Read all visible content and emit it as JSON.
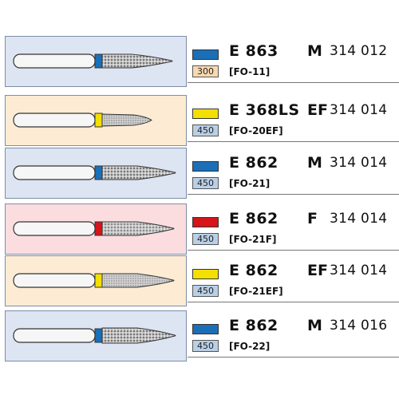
{
  "colors": {
    "blue": "#1b6fb7",
    "yellow": "#f3df00",
    "red": "#d6141a",
    "panel_blue": "#dde4f2",
    "panel_orange": "#fdebd4",
    "panel_pink": "#fbdde0",
    "size_blue_bg": "#b9cfe6",
    "size_orange_bg": "#f8d9b0"
  },
  "rows": [
    {
      "panel_color": "#dde4f2",
      "band_color": "#1b6fb7",
      "code": "E 863",
      "grit": "M",
      "ref": "314 012",
      "size": "300",
      "size_bg": "#f8d9b0",
      "ident": "[FO-11]"
    },
    {
      "panel_color": "#fdebd4",
      "band_color": "#f3df00",
      "code": "E 368LS",
      "grit": "EF",
      "ref": "314 014",
      "size": "450",
      "size_bg": "#b9cfe6",
      "ident": "[FO-20EF]"
    },
    {
      "panel_color": "#dde4f2",
      "band_color": "#1b6fb7",
      "code": "E 862",
      "grit": "M",
      "ref": "314 014",
      "size": "450",
      "size_bg": "#b9cfe6",
      "ident": "[FO-21]"
    },
    {
      "panel_color": "#fbdde0",
      "band_color": "#d6141a",
      "code": "E 862",
      "grit": "F",
      "ref": "314 014",
      "size": "450",
      "size_bg": "#b9cfe6",
      "ident": "[FO-21F]"
    },
    {
      "panel_color": "#fdebd4",
      "band_color": "#f3df00",
      "code": "E 862",
      "grit": "EF",
      "ref": "314 014",
      "size": "450",
      "size_bg": "#b9cfe6",
      "ident": "[FO-21EF]"
    },
    {
      "panel_color": "#dde4f2",
      "band_color": "#1b6fb7",
      "code": "E 862",
      "grit": "M",
      "ref": "314 016",
      "size": "450",
      "size_bg": "#b9cfe6",
      "ident": "[FO-22]"
    }
  ]
}
